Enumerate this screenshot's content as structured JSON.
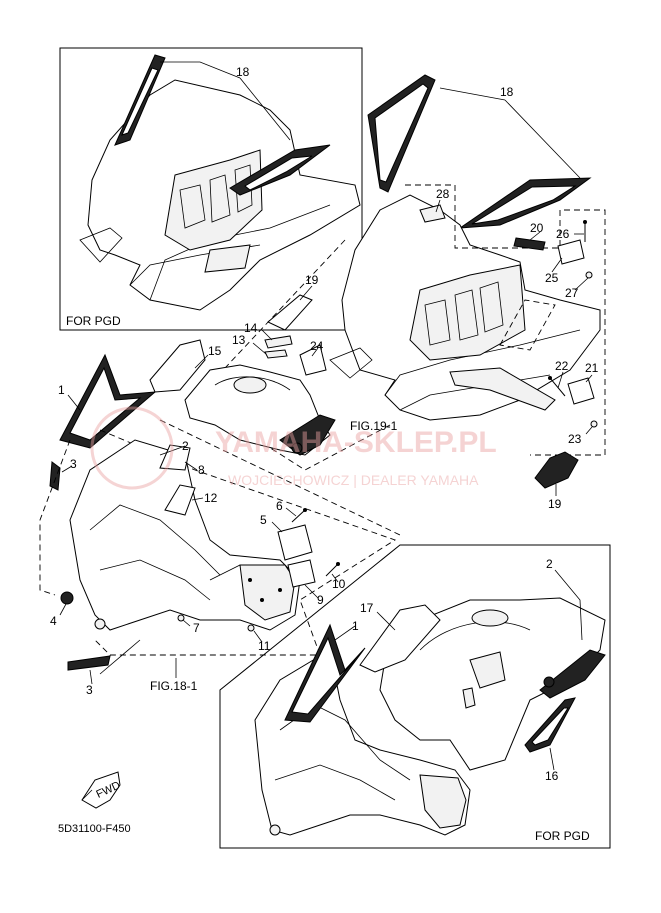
{
  "labels": {
    "l1a": "1",
    "l1b": "1",
    "l2a": "2",
    "l2b": "2",
    "l3a": "3",
    "l3b": "3",
    "l4": "4",
    "l5": "5",
    "l6": "6",
    "l7": "7",
    "l8": "8",
    "l9": "9",
    "l10": "10",
    "l11": "11",
    "l12": "12",
    "l13": "13",
    "l14": "14",
    "l15": "15",
    "l16": "16",
    "l17": "17",
    "l18a": "18",
    "l18b": "18",
    "l19a": "19",
    "l19b": "19",
    "l20": "20",
    "l21": "21",
    "l22": "22",
    "l23": "23",
    "l24": "24",
    "l25": "25",
    "l26": "26",
    "l27": "27",
    "l28": "28"
  },
  "captions": {
    "for_pgd_top": "FOR PGD",
    "for_pgd_bottom": "FOR PGD",
    "fig19": "FIG.19-1",
    "fig18": "FIG.18-1",
    "fwd": "FWD",
    "diagram_code": "5D31100-F450"
  },
  "watermark": {
    "title": "YAMAHA-SKLEP.PL",
    "subtitle": "WOJCIECHOWICZ | DEALER YAMAHA",
    "color": "#e06060"
  }
}
